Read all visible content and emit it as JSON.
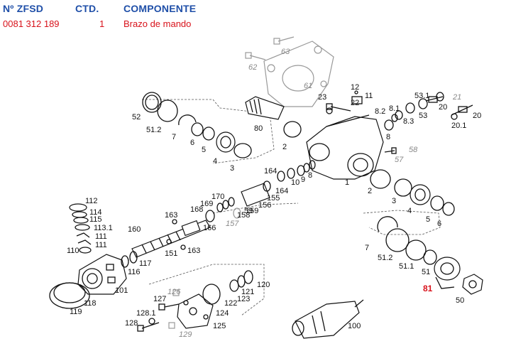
{
  "header": {
    "col_part_no": "Nº ZFSD",
    "col_qty": "CTD.",
    "col_component": "COMPONENTE"
  },
  "selected_row": {
    "part_no": "0081 312 189",
    "qty": "1",
    "component": "Brazo de mando"
  },
  "callouts": [
    {
      "id": "c1",
      "text": "1",
      "style": "normal"
    },
    {
      "id": "c2a",
      "text": "2",
      "style": "normal"
    },
    {
      "id": "c2b",
      "text": "2",
      "style": "normal"
    },
    {
      "id": "c3a",
      "text": "3",
      "style": "normal"
    },
    {
      "id": "c3b",
      "text": "3",
      "style": "normal"
    },
    {
      "id": "c4a",
      "text": "4",
      "style": "normal"
    },
    {
      "id": "c4b",
      "text": "4",
      "style": "normal"
    },
    {
      "id": "c5a",
      "text": "5",
      "style": "normal"
    },
    {
      "id": "c5b",
      "text": "5",
      "style": "normal"
    },
    {
      "id": "c6a",
      "text": "6",
      "style": "normal"
    },
    {
      "id": "c6b",
      "text": "6",
      "style": "normal"
    },
    {
      "id": "c7a",
      "text": "7",
      "style": "normal"
    },
    {
      "id": "c7b",
      "text": "7",
      "style": "normal"
    },
    {
      "id": "c8",
      "text": "8",
      "style": "normal"
    },
    {
      "id": "c8_1",
      "text": "8.1",
      "style": "normal"
    },
    {
      "id": "c8_2",
      "text": "8.2",
      "style": "normal"
    },
    {
      "id": "c8_3",
      "text": "8.3",
      "style": "normal"
    },
    {
      "id": "c8b",
      "text": "8",
      "style": "normal"
    },
    {
      "id": "c9",
      "text": "9",
      "style": "normal"
    },
    {
      "id": "c10",
      "text": "10",
      "style": "normal"
    },
    {
      "id": "c11",
      "text": "11",
      "style": "normal"
    },
    {
      "id": "c12",
      "text": "12",
      "style": "normal"
    },
    {
      "id": "c20a",
      "text": "20",
      "style": "normal"
    },
    {
      "id": "c20b",
      "text": "20",
      "style": "normal"
    },
    {
      "id": "c20_1",
      "text": "20.1",
      "style": "normal"
    },
    {
      "id": "c21",
      "text": "21",
      "style": "italic"
    },
    {
      "id": "c22",
      "text": "22",
      "style": "normal"
    },
    {
      "id": "c23",
      "text": "23",
      "style": "normal"
    },
    {
      "id": "c50",
      "text": "50",
      "style": "normal"
    },
    {
      "id": "c51",
      "text": "51",
      "style": "normal"
    },
    {
      "id": "c51_1",
      "text": "51.1",
      "style": "normal"
    },
    {
      "id": "c51_2a",
      "text": "51.2",
      "style": "normal"
    },
    {
      "id": "c51_2b",
      "text": "51.2",
      "style": "normal"
    },
    {
      "id": "c52",
      "text": "52",
      "style": "normal"
    },
    {
      "id": "c53",
      "text": "53",
      "style": "normal"
    },
    {
      "id": "c53_1",
      "text": "53.1",
      "style": "normal"
    },
    {
      "id": "c57",
      "text": "57",
      "style": "italic"
    },
    {
      "id": "c58",
      "text": "58",
      "style": "italic"
    },
    {
      "id": "c59",
      "text": "59",
      "style": "normal"
    },
    {
      "id": "c61",
      "text": "61",
      "style": "italic"
    },
    {
      "id": "c62",
      "text": "62",
      "style": "italic"
    },
    {
      "id": "c63",
      "text": "63",
      "style": "italic"
    },
    {
      "id": "c80",
      "text": "80",
      "style": "normal"
    },
    {
      "id": "c81",
      "text": "81",
      "style": "red"
    },
    {
      "id": "c100",
      "text": "100",
      "style": "normal"
    },
    {
      "id": "c101",
      "text": "101",
      "style": "normal"
    },
    {
      "id": "c110",
      "text": "110",
      "style": "normal"
    },
    {
      "id": "c111a",
      "text": "111",
      "style": "normal"
    },
    {
      "id": "c111b",
      "text": "111",
      "style": "normal"
    },
    {
      "id": "c112",
      "text": "112",
      "style": "normal"
    },
    {
      "id": "c113_1",
      "text": "113.1",
      "style": "normal"
    },
    {
      "id": "c114",
      "text": "114",
      "style": "normal"
    },
    {
      "id": "c115",
      "text": "115",
      "style": "normal"
    },
    {
      "id": "c116",
      "text": "116",
      "style": "normal"
    },
    {
      "id": "c117",
      "text": "117",
      "style": "normal"
    },
    {
      "id": "c118",
      "text": "118",
      "style": "normal"
    },
    {
      "id": "c119",
      "text": "119",
      "style": "normal"
    },
    {
      "id": "c120",
      "text": "120",
      "style": "normal"
    },
    {
      "id": "c121",
      "text": "121",
      "style": "normal"
    },
    {
      "id": "c122",
      "text": "122",
      "style": "normal"
    },
    {
      "id": "c123",
      "text": "123",
      "style": "normal"
    },
    {
      "id": "c124",
      "text": "124",
      "style": "normal"
    },
    {
      "id": "c125",
      "text": "125",
      "style": "normal"
    },
    {
      "id": "c126",
      "text": "126",
      "style": "italic"
    },
    {
      "id": "c127",
      "text": "127",
      "style": "normal"
    },
    {
      "id": "c128",
      "text": "128",
      "style": "normal"
    },
    {
      "id": "c128_1",
      "text": "128.1",
      "style": "normal"
    },
    {
      "id": "c129",
      "text": "129",
      "style": "italic"
    },
    {
      "id": "c151",
      "text": "151",
      "style": "normal"
    },
    {
      "id": "c155",
      "text": "155",
      "style": "normal"
    },
    {
      "id": "c156",
      "text": "156",
      "style": "normal"
    },
    {
      "id": "c157",
      "text": "157",
      "style": "italic"
    },
    {
      "id": "c158",
      "text": "158",
      "style": "normal"
    },
    {
      "id": "c159",
      "text": "159",
      "style": "normal"
    },
    {
      "id": "c160",
      "text": "160",
      "style": "normal"
    },
    {
      "id": "c163a",
      "text": "163",
      "style": "normal"
    },
    {
      "id": "c163b",
      "text": "163",
      "style": "normal"
    },
    {
      "id": "c164a",
      "text": "164",
      "style": "normal"
    },
    {
      "id": "c164b",
      "text": "164",
      "style": "normal"
    },
    {
      "id": "c166",
      "text": "166",
      "style": "normal"
    },
    {
      "id": "c168",
      "text": "168",
      "style": "normal"
    },
    {
      "id": "c169",
      "text": "169",
      "style": "normal"
    },
    {
      "id": "c170",
      "text": "170",
      "style": "normal"
    }
  ]
}
